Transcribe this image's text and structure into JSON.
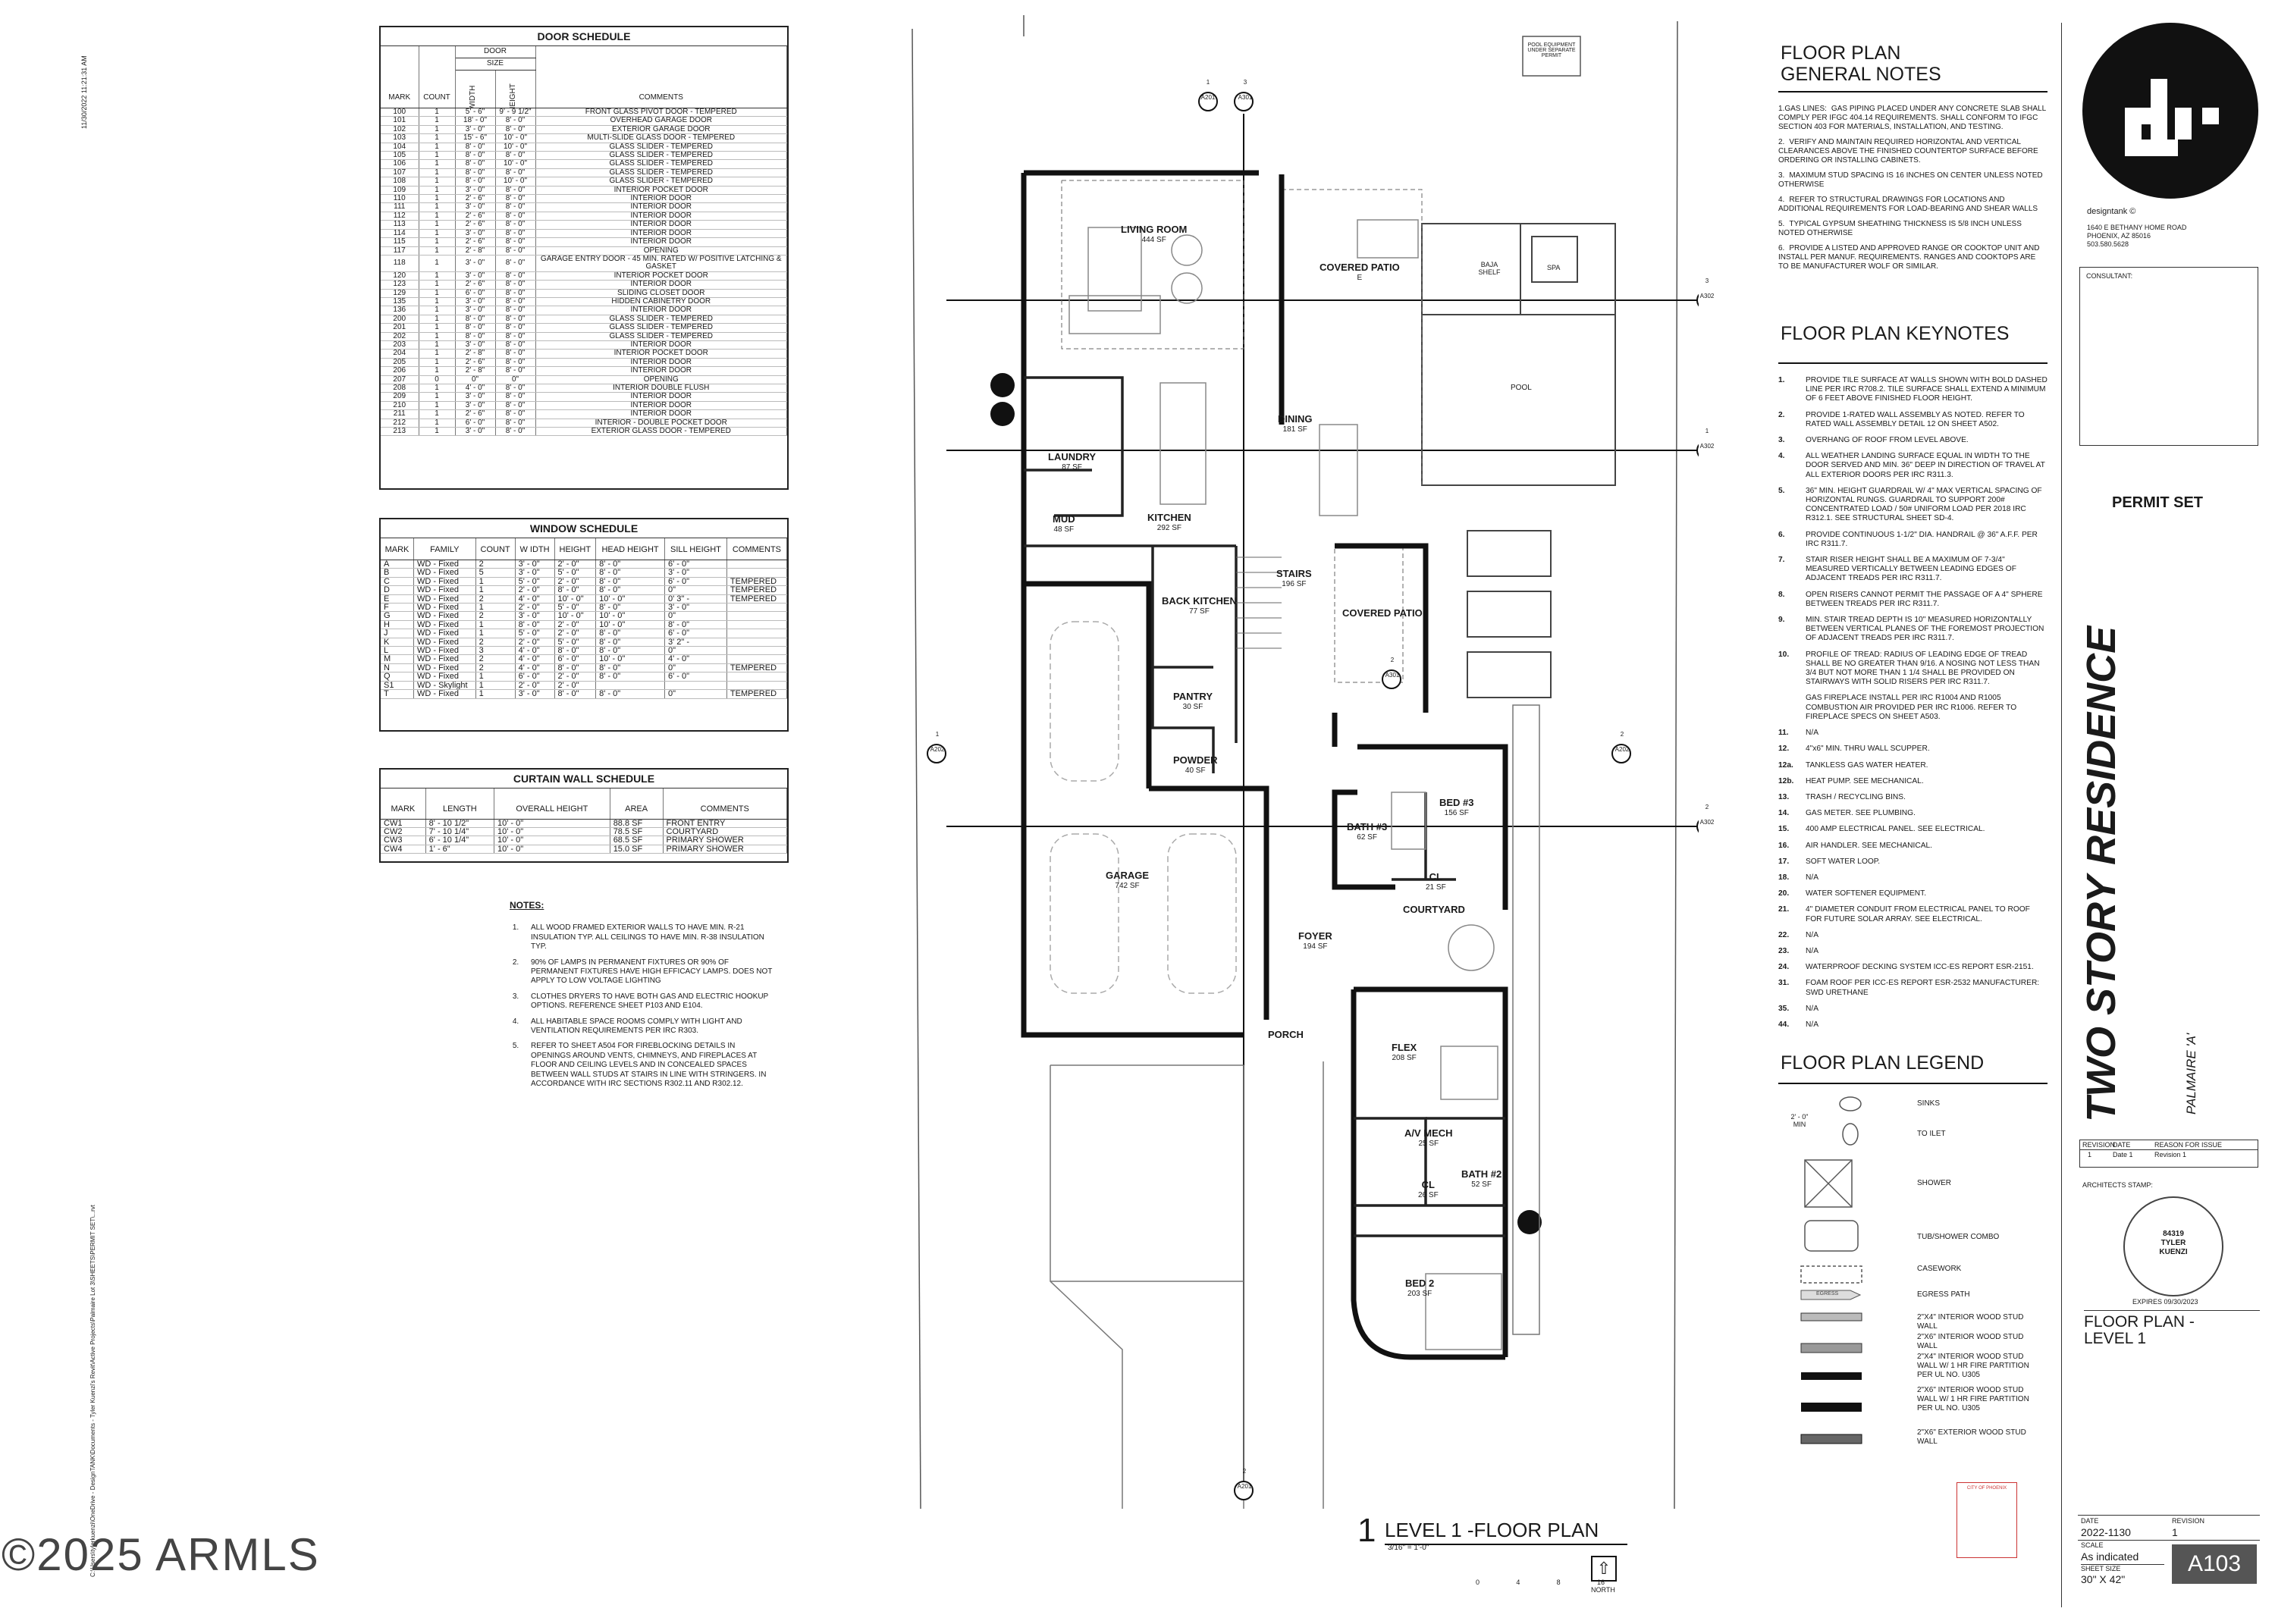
{
  "meta": {
    "print_stamp": "11/30/2022 11:21:31 AM",
    "file_path": "C:\\Users\\tylerkuenzi\\OneDrive - DesignTANK\\Documents - Tyler Kuenzi's Revit\\Active Projects\\Palmaire Lot 3\\SHEETS\\PERMIT SET\\...rvt",
    "watermark": "©2025 ARMLS"
  },
  "door_schedule": {
    "title": "DOOR SCHEDULE",
    "headers": {
      "mark": "MARK",
      "count": "COUNT",
      "door": "DOOR",
      "size": "SIZE",
      "width": "WIDTH",
      "height": "HEIGHT",
      "comments": "COMMENTS"
    },
    "rows": [
      [
        "100",
        "1",
        "5' - 6\"",
        "9' - 9 1/2\"",
        "FRONT GLASS PIVOT DOOR - TEMPERED"
      ],
      [
        "101",
        "1",
        "18' - 0\"",
        "8' - 0\"",
        "OVERHEAD GARAGE DOOR"
      ],
      [
        "102",
        "1",
        "3' - 0\"",
        "8' - 0\"",
        "EXTERIOR GARAGE DOOR"
      ],
      [
        "103",
        "1",
        "15' - 6\"",
        "10' - 0\"",
        "MULTI-SLIDE GLASS DOOR - TEMPERED"
      ],
      [
        "104",
        "1",
        "8' - 0\"",
        "10' - 0\"",
        "GLASS SLIDER - TEMPERED"
      ],
      [
        "105",
        "1",
        "8' - 0\"",
        "8' - 0\"",
        "GLASS SLIDER - TEMPERED"
      ],
      [
        "106",
        "1",
        "8' - 0\"",
        "10' - 0\"",
        "GLASS SLIDER - TEMPERED"
      ],
      [
        "107",
        "1",
        "8' - 0\"",
        "8' - 0\"",
        "GLASS SLIDER - TEMPERED"
      ],
      [
        "108",
        "1",
        "8' - 0\"",
        "10' - 0\"",
        "GLASS SLIDER - TEMPERED"
      ],
      [
        "109",
        "1",
        "3' - 0\"",
        "8' - 0\"",
        "INTERIOR POCKET DOOR"
      ],
      [
        "110",
        "1",
        "2' - 6\"",
        "8' - 0\"",
        "INTERIOR DOOR"
      ],
      [
        "111",
        "1",
        "3' - 0\"",
        "8' - 0\"",
        "INTERIOR DOOR"
      ],
      [
        "112",
        "1",
        "2' - 6\"",
        "8' - 0\"",
        "INTERIOR DOOR"
      ],
      [
        "113",
        "1",
        "2' - 6\"",
        "8' - 0\"",
        "INTERIOR DOOR"
      ],
      [
        "114",
        "1",
        "3' - 0\"",
        "8' - 0\"",
        "INTERIOR DOOR"
      ],
      [
        "115",
        "1",
        "2' - 6\"",
        "8' - 0\"",
        "INTERIOR DOOR"
      ],
      [
        "117",
        "1",
        "2' - 8\"",
        "8' - 0\"",
        "OPENING"
      ],
      [
        "118",
        "1",
        "3' - 0\"",
        "8' - 0\"",
        "GARAGE ENTRY DOOR - 45 MIN. RATED W/ POSITIVE LATCHING & GASKET"
      ],
      [
        "120",
        "1",
        "3' - 0\"",
        "8' - 0\"",
        "INTERIOR POCKET DOOR"
      ],
      [
        "123",
        "1",
        "2' - 6\"",
        "8' - 0\"",
        "INTERIOR DOOR"
      ],
      [
        "129",
        "1",
        "6' - 0\"",
        "8' - 0\"",
        "SLIDING CLOSET DOOR"
      ],
      [
        "135",
        "1",
        "3' - 0\"",
        "8' - 0\"",
        "HIDDEN CABINETRY DOOR"
      ],
      [
        "136",
        "1",
        "3' - 0\"",
        "8' - 0\"",
        "INTERIOR DOOR"
      ],
      [
        "200",
        "1",
        "8' - 0\"",
        "8' - 0\"",
        "GLASS SLIDER - TEMPERED"
      ],
      [
        "201",
        "1",
        "8' - 0\"",
        "8' - 0\"",
        "GLASS SLIDER - TEMPERED"
      ],
      [
        "202",
        "1",
        "8' - 0\"",
        "8' - 0\"",
        "GLASS SLIDER - TEMPERED"
      ],
      [
        "203",
        "1",
        "3' - 0\"",
        "8' - 0\"",
        "INTERIOR DOOR"
      ],
      [
        "204",
        "1",
        "2' - 8\"",
        "8' - 0\"",
        "INTERIOR POCKET DOOR"
      ],
      [
        "205",
        "1",
        "2' - 6\"",
        "8' - 0\"",
        "INTERIOR DOOR"
      ],
      [
        "206",
        "1",
        "2' - 8\"",
        "8' - 0\"",
        "INTERIOR DOOR"
      ],
      [
        "207",
        "0",
        "0\"",
        "0\"",
        "OPENING"
      ],
      [
        "208",
        "1",
        "4' - 0\"",
        "8' - 0\"",
        "INTERIOR DOUBLE FLUSH"
      ],
      [
        "209",
        "1",
        "3' - 0\"",
        "8' - 0\"",
        "INTERIOR DOOR"
      ],
      [
        "210",
        "1",
        "3' - 0\"",
        "8' - 0\"",
        "INTERIOR DOOR"
      ],
      [
        "211",
        "1",
        "2' - 6\"",
        "8' - 0\"",
        "INTERIOR DOOR"
      ],
      [
        "212",
        "1",
        "6' - 0\"",
        "8' - 0\"",
        "INTERIOR - DOUBLE POCKET DOOR"
      ],
      [
        "213",
        "1",
        "3' - 0\"",
        "8' - 0\"",
        "EXTERIOR GLASS DOOR - TEMPERED"
      ]
    ]
  },
  "window_schedule": {
    "title": "WINDOW SCHEDULE",
    "headers": [
      "MARK",
      "FAMILY",
      "COUNT",
      "W IDTH",
      "HEIGHT",
      "HEAD HEIGHT",
      "SILL HEIGHT",
      "COMMENTS"
    ],
    "rows": [
      [
        "A",
        "WD - Fixed",
        "2",
        "3' - 0\"",
        "2' - 0\"",
        "8' - 0\"",
        "6' - 0\"",
        ""
      ],
      [
        "B",
        "WD - Fixed",
        "5",
        "3' - 0\"",
        "5' - 0\"",
        "8' - 0\"",
        "3' - 0\"",
        ""
      ],
      [
        "C",
        "WD - Fixed",
        "1",
        "5' - 0\"",
        "2' - 0\"",
        "8' - 0\"",
        "6' - 0\"",
        "TEMPERED"
      ],
      [
        "D",
        "WD - Fixed",
        "1",
        "2' - 0\"",
        "8' - 0\"",
        "8' - 0\"",
        "0\"",
        "TEMPERED"
      ],
      [
        "E",
        "WD - Fixed",
        "2",
        "4' - 0\"",
        "10' - 0\"",
        "10' - 0\"",
        "0' 3\" -",
        "TEMPERED"
      ],
      [
        "F",
        "WD - Fixed",
        "1",
        "2' - 0\"",
        "5' - 0\"",
        "8' - 0\"",
        "3' - 0\"",
        ""
      ],
      [
        "G",
        "WD - Fixed",
        "2",
        "3' - 0\"",
        "10' - 0\"",
        "10' - 0\"",
        "0\"",
        ""
      ],
      [
        "H",
        "WD - Fixed",
        "1",
        "8' - 0\"",
        "2' - 0\"",
        "10' - 0\"",
        "8' - 0\"",
        ""
      ],
      [
        "J",
        "WD - Fixed",
        "1",
        "5' - 0\"",
        "2' - 0\"",
        "8' - 0\"",
        "6' - 0\"",
        ""
      ],
      [
        "K",
        "WD - Fixed",
        "2",
        "2' - 0\"",
        "5' - 0\"",
        "8' - 0\"",
        "3' 2\" -",
        ""
      ],
      [
        "L",
        "WD - Fixed",
        "3",
        "4' - 0\"",
        "8' - 0\"",
        "8' - 0\"",
        "0\"",
        ""
      ],
      [
        "M",
        "WD - Fixed",
        "2",
        "4' - 0\"",
        "6' - 0\"",
        "10' - 0\"",
        "4' - 0\"",
        ""
      ],
      [
        "N",
        "WD - Fixed",
        "2",
        "4' - 0\"",
        "8' - 0\"",
        "8' - 0\"",
        "0\"",
        "TEMPERED"
      ],
      [
        "Q",
        "WD - Fixed",
        "1",
        "6' - 0\"",
        "2' - 0\"",
        "8' - 0\"",
        "6' - 0\"",
        ""
      ],
      [
        "S1",
        "WD - Skylight",
        "1",
        "2' - 0\"",
        "2' - 0\"",
        "",
        "",
        ""
      ],
      [
        "T",
        "WD - Fixed",
        "1",
        "3' - 0\"",
        "8' - 0\"",
        "8' - 0\"",
        "0\"",
        "TEMPERED"
      ]
    ]
  },
  "curtain_wall_schedule": {
    "title": "CURTAIN WALL SCHEDULE",
    "headers": [
      "MARK",
      "LENGTH",
      "OVERALL HEIGHT",
      "AREA",
      "COMMENTS"
    ],
    "rows": [
      [
        "CW1",
        "8' - 10 1/2\"",
        "10' - 0\"",
        "88.8 SF",
        "FRONT ENTRY"
      ],
      [
        "CW2",
        "7' - 10 1/4\"",
        "10' - 0\"",
        "78.5 SF",
        "COURTYARD"
      ],
      [
        "CW3",
        "6' - 10 1/4\"",
        "10' - 0\"",
        "68.5 SF",
        "PRIMARY SHOWER"
      ],
      [
        "CW4",
        "1' - 6\"",
        "10' - 0\"",
        "15.0 SF",
        "PRIMARY SHOWER"
      ]
    ]
  },
  "notes": {
    "title": "NOTES:",
    "items": [
      [
        "1.",
        "ALL WOOD FRAMED EXTERIOR WALLS TO HAVE MIN. R-21 INSULATION TYP. ALL CEILINGS TO HAVE MIN. R-38 INSULATION TYP."
      ],
      [
        "2.",
        "90% OF LAMPS IN PERMANENT FIXTURES OR 90% OF PERMANENT FIXTURES HAVE HIGH EFFICACY LAMPS. DOES NOT APPLY TO LOW VOLTAGE LIGHTING"
      ],
      [
        "3.",
        "CLOTHES DRYERS TO HAVE BOTH GAS AND ELECTRIC HOOKUP OPTIONS. REFERENCE SHEET P103 AND E104."
      ],
      [
        "4.",
        "ALL HABITABLE SPACE ROOMS COMPLY WITH LIGHT AND VENTILATION REQUIREMENTS PER IRC R303."
      ],
      [
        "5.",
        "REFER TO SHEET A504 FOR FIREBLOCKING DETAILS IN OPENINGS AROUND VENTS, CHIMNEYS, AND FIREPLACES AT FLOOR AND CEILING LEVELS AND IN CONCEALED SPACES BETWEEN WALL STUDS AT STAIRS IN LINE WITH STRINGERS. IN ACCORDANCE WITH IRC SECTIONS R302.11 AND R302.12."
      ]
    ]
  },
  "plan": {
    "rooms": [
      {
        "name": "LIVING ROOM",
        "area": "444 SF"
      },
      {
        "name": "COVERED PATIO",
        "area": "E"
      },
      {
        "name": "DINING",
        "area": "181 SF"
      },
      {
        "name": "LAUNDRY",
        "area": "87 SF"
      },
      {
        "name": "MUD",
        "area": "48 SF"
      },
      {
        "name": "KITCHEN",
        "area": "292 SF"
      },
      {
        "name": "BACK KITCHEN",
        "area": "77 SF"
      },
      {
        "name": "PANTRY",
        "area": "30 SF"
      },
      {
        "name": "STAIRS",
        "area": "196 SF"
      },
      {
        "name": "COVERED PATIO",
        "area": ""
      },
      {
        "name": "POWDER",
        "area": "40 SF"
      },
      {
        "name": "GARAGE",
        "area": "742 SF"
      },
      {
        "name": "BED #3",
        "area": "156 SF"
      },
      {
        "name": "BATH #3",
        "area": "62 SF"
      },
      {
        "name": "CL",
        "area": "21 SF"
      },
      {
        "name": "COURTYARD",
        "area": ""
      },
      {
        "name": "FOYER",
        "area": "194 SF"
      },
      {
        "name": "PORCH",
        "area": ""
      },
      {
        "name": "FLEX",
        "area": "208 SF"
      },
      {
        "name": "A/V MECH",
        "area": "25 SF"
      },
      {
        "name": "BATH #2",
        "area": "52 SF"
      },
      {
        "name": "CL",
        "area": "26 SF"
      },
      {
        "name": "BED 2",
        "area": "203 SF"
      }
    ],
    "site_labels": {
      "pool": "POOL",
      "baja": "BAJA SHELF",
      "spa": "SPA",
      "pool_equipment": "POOL EQUIPMENT UNDER SEPARATE PERMIT"
    },
    "section_marks": [
      {
        "id": "A201",
        "ref": "1"
      },
      {
        "id": "A301",
        "ref": "3"
      },
      {
        "id": "A302",
        "ref": "3"
      },
      {
        "id": "A302",
        "ref": "1"
      },
      {
        "id": "A202",
        "ref": "1"
      },
      {
        "id": "A202",
        "ref": "2"
      },
      {
        "id": "A302",
        "ref": "2"
      },
      {
        "id": "A301",
        "ref": "2"
      },
      {
        "id": "A201",
        "ref": "2"
      }
    ],
    "title_number": "1",
    "title": "LEVEL 1 -FLOOR PLAN",
    "scale": "3/16\" = 1'-0\"",
    "scale_bar": [
      "0",
      "4",
      "8",
      "16"
    ],
    "north": "NORTH"
  },
  "general_notes": {
    "title": "FLOOR PLAN\nGENERAL NOTES",
    "items": [
      [
        "1.GAS LINES:",
        "GAS PIPING PLACED UNDER ANY CONCRETE SLAB SHALL COMPLY PER IFGC 404.14 REQUIREMENTS. SHALL CONFORM TO IFGC SECTION 403 FOR MATERIALS, INSTALLATION, AND TESTING."
      ],
      [
        "2.",
        "VERIFY AND MAINTAIN REQUIRED HORIZONTAL AND VERTICAL CLEARANCES ABOVE THE FINISHED COUNTERTOP SURFACE BEFORE ORDERING OR INSTALLING CABINETS."
      ],
      [
        "3.",
        "MAXIMUM STUD SPACING IS 16 INCHES ON CENTER UNLESS NOTED OTHERWISE"
      ],
      [
        "4.",
        "REFER TO STRUCTURAL DRAWINGS FOR LOCATIONS AND ADDITIONAL REQUIREMENTS FOR LOAD-BEARING AND SHEAR WALLS"
      ],
      [
        "5.",
        "TYPICAL GYPSUM SHEATHING THICKNESS IS 5/8 INCH UNLESS NOTED OTHERWISE"
      ],
      [
        "6.",
        "PROVIDE A LISTED AND APPROVED RANGE OR COOKTOP UNIT AND INSTALL PER MANUF. REQUIREMENTS. RANGES AND COOKTOPS ARE TO BE MANUFACTURER WOLF OR SIMILAR."
      ]
    ]
  },
  "keynotes": {
    "title": "FLOOR PLAN KEYNOTES",
    "items": [
      [
        "1.",
        "PROVIDE TILE SURFACE AT WALLS SHOWN WITH BOLD DASHED LINE PER IRC R708.2. TILE SURFACE SHALL EXTEND A MINIMUM OF 6 FEET ABOVE FINISHED FLOOR HEIGHT."
      ],
      [
        "2.",
        "PROVIDE 1-RATED WALL ASSEMBLY AS NOTED. REFER TO RATED WALL ASSEMBLY DETAIL 12 ON SHEET A502."
      ],
      [
        "3.",
        "OVERHANG OF ROOF FROM LEVEL ABOVE."
      ],
      [
        "4.",
        "ALL WEATHER LANDING SURFACE EQUAL IN WIDTH TO THE DOOR SERVED AND MIN. 36\" DEEP IN DIRECTION OF TRAVEL AT ALL EXTERIOR DOORS PER IRC R311.3."
      ],
      [
        "5.",
        "36\" MIN. HEIGHT GUARDRAIL W/ 4\" MAX VERTICAL SPACING OF HORIZONTAL RUNGS. GUARDRAIL TO SUPPORT 200# CONCENTRATED LOAD / 50# UNIFORM LOAD PER 2018 IRC R312.1. SEE STRUCTURAL SHEET SD-4."
      ],
      [
        "6.",
        "PROVIDE CONTINUOUS 1-1/2\" DIA. HANDRAIL @ 36\" A.F.F. PER IRC R311.7."
      ],
      [
        "7.",
        "STAIR RISER HEIGHT SHALL BE A MAXIMUM OF 7-3/4\" MEASURED VERTICALLY BETWEEN LEADING EDGES OF ADJACENT TREADS PER IRC R311.7."
      ],
      [
        "8.",
        "OPEN RISERS CANNOT PERMIT THE PASSAGE OF A 4\" SPHERE BETWEEN TREADS PER IRC R311.7."
      ],
      [
        "9.",
        "MIN. STAIR TREAD DEPTH IS 10\" MEASURED HORIZONTALLY BETWEEN VERTICAL PLANES OF THE FOREMOST PROJECTION OF ADJACENT TREADS PER IRC R311.7."
      ],
      [
        "10.",
        "PROFILE OF TREAD: RADIUS OF LEADING EDGE OF TREAD SHALL BE NO GREATER THAN 9/16. A NOSING NOT LESS THAN 3/4 BUT NOT MORE THAN 1 1/4 SHALL BE PROVIDED ON STAIRWAYS WITH SOLID RISERS PER IRC R311.7."
      ],
      [
        "",
        "GAS FIREPLACE INSTALL PER IRC R1004 AND R1005 COMBUSTION AIR PROVIDED PER IRC R1006. REFER TO FIREPLACE SPECS ON SHEET A503."
      ],
      [
        "11.",
        "N/A"
      ],
      [
        "12.",
        "4\"x6\" MIN. THRU WALL SCUPPER."
      ],
      [
        "12a.",
        "TANKLESS GAS WATER HEATER."
      ],
      [
        "12b.",
        "HEAT PUMP. SEE MECHANICAL."
      ],
      [
        "13.",
        "TRASH / RECYCLING BINS."
      ],
      [
        "14.",
        "GAS METER. SEE PLUMBING."
      ],
      [
        "15.",
        "400 AMP ELECTRICAL PANEL. SEE ELECTRICAL."
      ],
      [
        "16.",
        "AIR HANDLER. SEE MECHANICAL."
      ],
      [
        "17.",
        "SOFT WATER LOOP."
      ],
      [
        "18.",
        "N/A"
      ],
      [
        "20.",
        "WATER SOFTENER EQUIPMENT."
      ],
      [
        "21.",
        "4\" DIAMETER CONDUIT FROM ELECTRICAL PANEL TO ROOF FOR FUTURE SOLAR ARRAY. SEE ELECTRICAL."
      ],
      [
        "22.",
        "N/A"
      ],
      [
        "23.",
        "N/A"
      ],
      [
        "24.",
        "WATERPROOF DECKING SYSTEM ICC-ES REPORT ESR-2151."
      ],
      [
        "31.",
        "FOAM ROOF PER ICC-ES REPORT ESR-2532 MANUFACTURER: SWD URETHANE"
      ],
      [
        "35.",
        "N/A"
      ],
      [
        "44.",
        "N/A"
      ]
    ]
  },
  "legend": {
    "title": "FLOOR PLAN LEGEND",
    "items": [
      "SINKS",
      "TO ILET",
      "SHOWER",
      "TUB/SHOWER COMBO",
      "CASEWORK",
      "EGRESS PATH",
      "2\"X4\" INTERIOR WOOD STUD WALL",
      "2\"X6\" INTERIOR WOOD STUD WALL",
      "2\"X4\" INTERIOR WOOD STUD WALL W/ 1 HR FIRE PARTITION PER UL NO. U305",
      "2\"X6\" INTERIOR WOOD STUD WALL W/ 1 HR FIRE PARTITION PER UL NO. U305",
      "2\"X6\" EXTERIOR WOOD STUD WALL"
    ],
    "dim_label": "2' - 0\" MIN",
    "egress_label": "EGRESS"
  },
  "title_block": {
    "firm": "designtank ©",
    "address": [
      "1640 E BETHANY HOME ROAD",
      "PHOENIX, AZ 85016",
      "503.580.5628"
    ],
    "consultant": "CONSULTANT:",
    "permit": "PERMIT SET",
    "project": "TWO STORY RESIDENCE",
    "subproject": "PALMAIRE 'A'",
    "revision_headers": [
      "REVISION",
      "DATE",
      "REASON FOR ISSUE"
    ],
    "revision_row": [
      "1",
      "Date 1",
      "Revision 1"
    ],
    "stamp_label": "ARCHITECTS STAMP:",
    "stamp_name": [
      "84319",
      "TYLER",
      "KUENZI"
    ],
    "expires": "EXPIRES 09/30/2023",
    "sheet_title": "FLOOR PLAN -\nLEVEL 1",
    "date_label": "DATE",
    "date": "2022-1130",
    "revision_label": "REVISION",
    "revision": "1",
    "scale_label": "SCALE",
    "scale": "As indicated",
    "sheet_size_label": "SHEET SIZE",
    "sheet_size": "30\" X 42\"",
    "sheet_number": "A103",
    "city_stamp": "CITY OF PHOENIX"
  }
}
